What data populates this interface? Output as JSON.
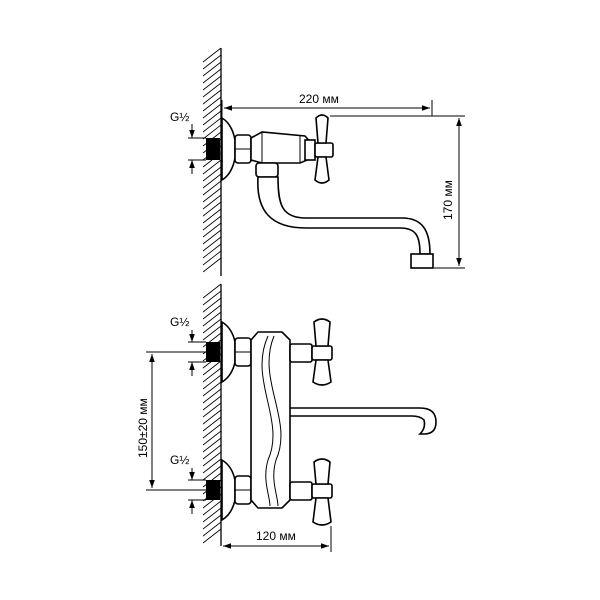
{
  "labels": {
    "top_length": "220 мм",
    "top_height": "170 мм",
    "top_thread": "G½",
    "bottom_spacing": "150±20 мм",
    "bottom_depth": "120 мм",
    "bottom_thread_upper": "G½",
    "bottom_thread_lower": "G½"
  },
  "colors": {
    "line": "#000000",
    "background": "#ffffff"
  }
}
